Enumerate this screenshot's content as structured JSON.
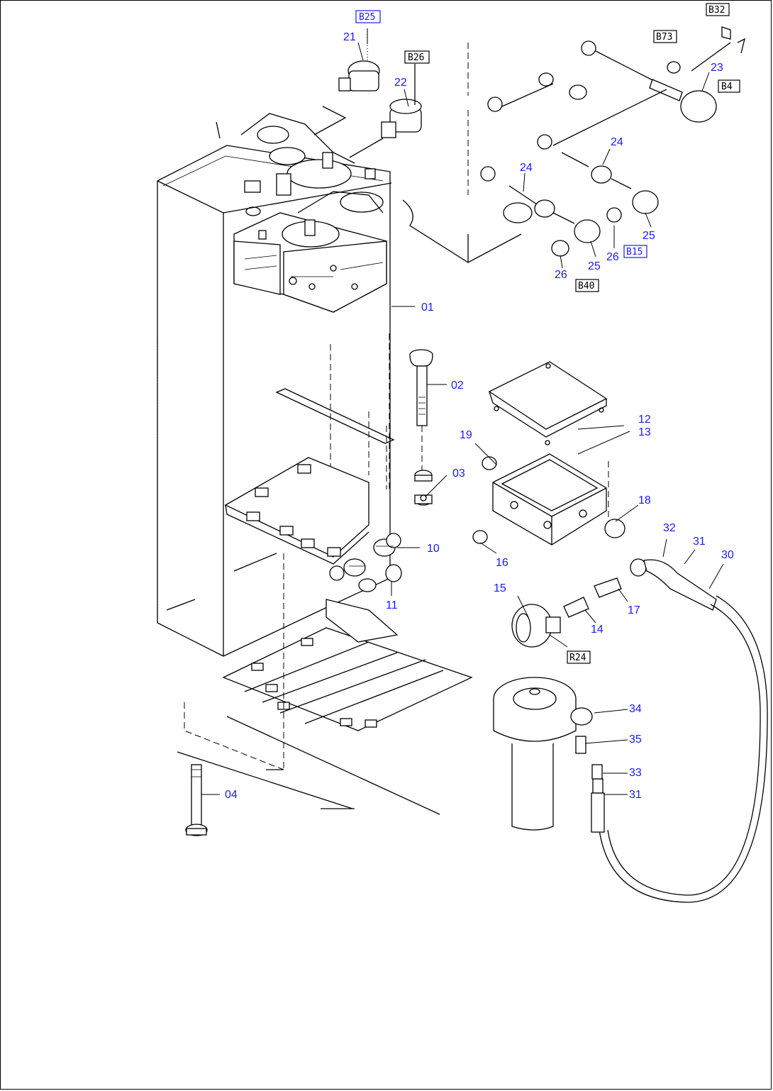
{
  "colors": {
    "callout": "#1a1aff",
    "line": "#000000",
    "background": "#ffffff"
  },
  "callouts": {
    "p01": "01",
    "p02": "02",
    "p03": "03",
    "p04": "04",
    "p10": "10",
    "p11": "11",
    "p12": "12",
    "p13": "13",
    "p14": "14",
    "p15": "15",
    "p16": "16",
    "p17": "17",
    "p18": "18",
    "p19": "19",
    "p21": "21",
    "p22": "22",
    "p23": "23",
    "p24a": "24",
    "p24b": "24",
    "p25a": "25",
    "p25b": "25",
    "p26a": "26",
    "p26b": "26",
    "p30": "30",
    "p31a": "31",
    "p31b": "31",
    "p32": "32",
    "p33": "33",
    "p34": "34",
    "p35": "35"
  },
  "references": {
    "B25": "B25",
    "B26": "B26",
    "B32": "B32",
    "B73": "B73",
    "B4": "B4",
    "B15": "B15",
    "B40": "B40",
    "R24": "R24"
  }
}
